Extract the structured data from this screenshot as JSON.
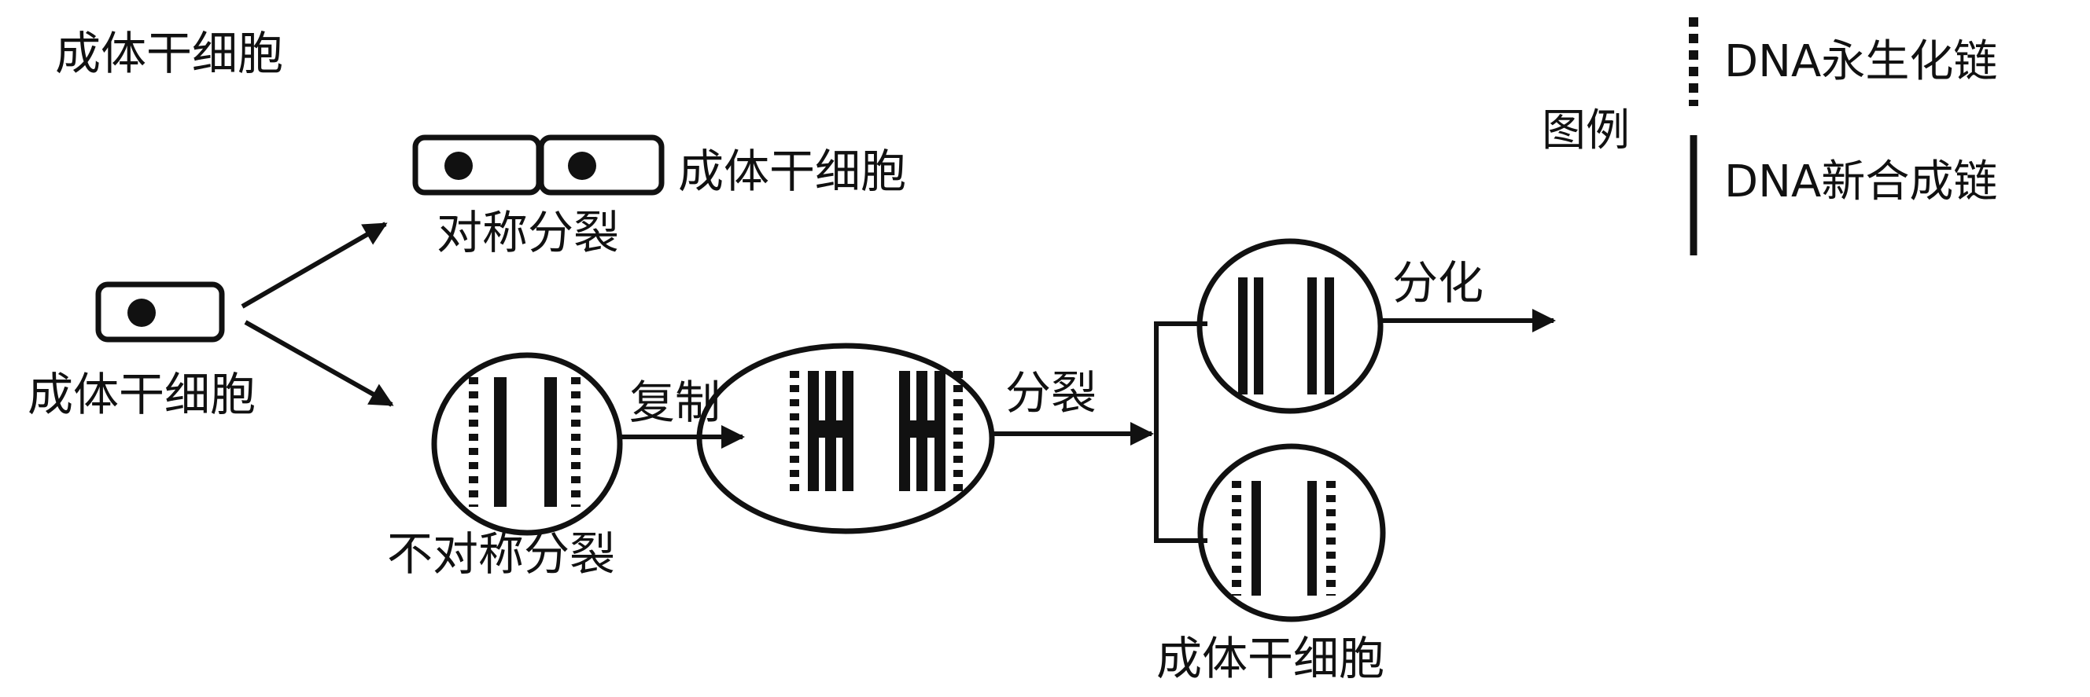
{
  "title": "成体干细胞",
  "labels": {
    "source_cell": "成体干细胞",
    "symmetric_products": "成体干细胞",
    "symmetric_division": "对称分裂",
    "asymmetric_division": "不对称分裂",
    "replication": "复制",
    "division": "分裂",
    "differentiation": "分化",
    "bottom_cell": "成体干细胞"
  },
  "legend": {
    "title": "图例",
    "immortal_strand": "DNA永生化链",
    "new_strand": "DNA新合成链"
  },
  "colors": {
    "ink": "#111111",
    "background": "#ffffff"
  }
}
